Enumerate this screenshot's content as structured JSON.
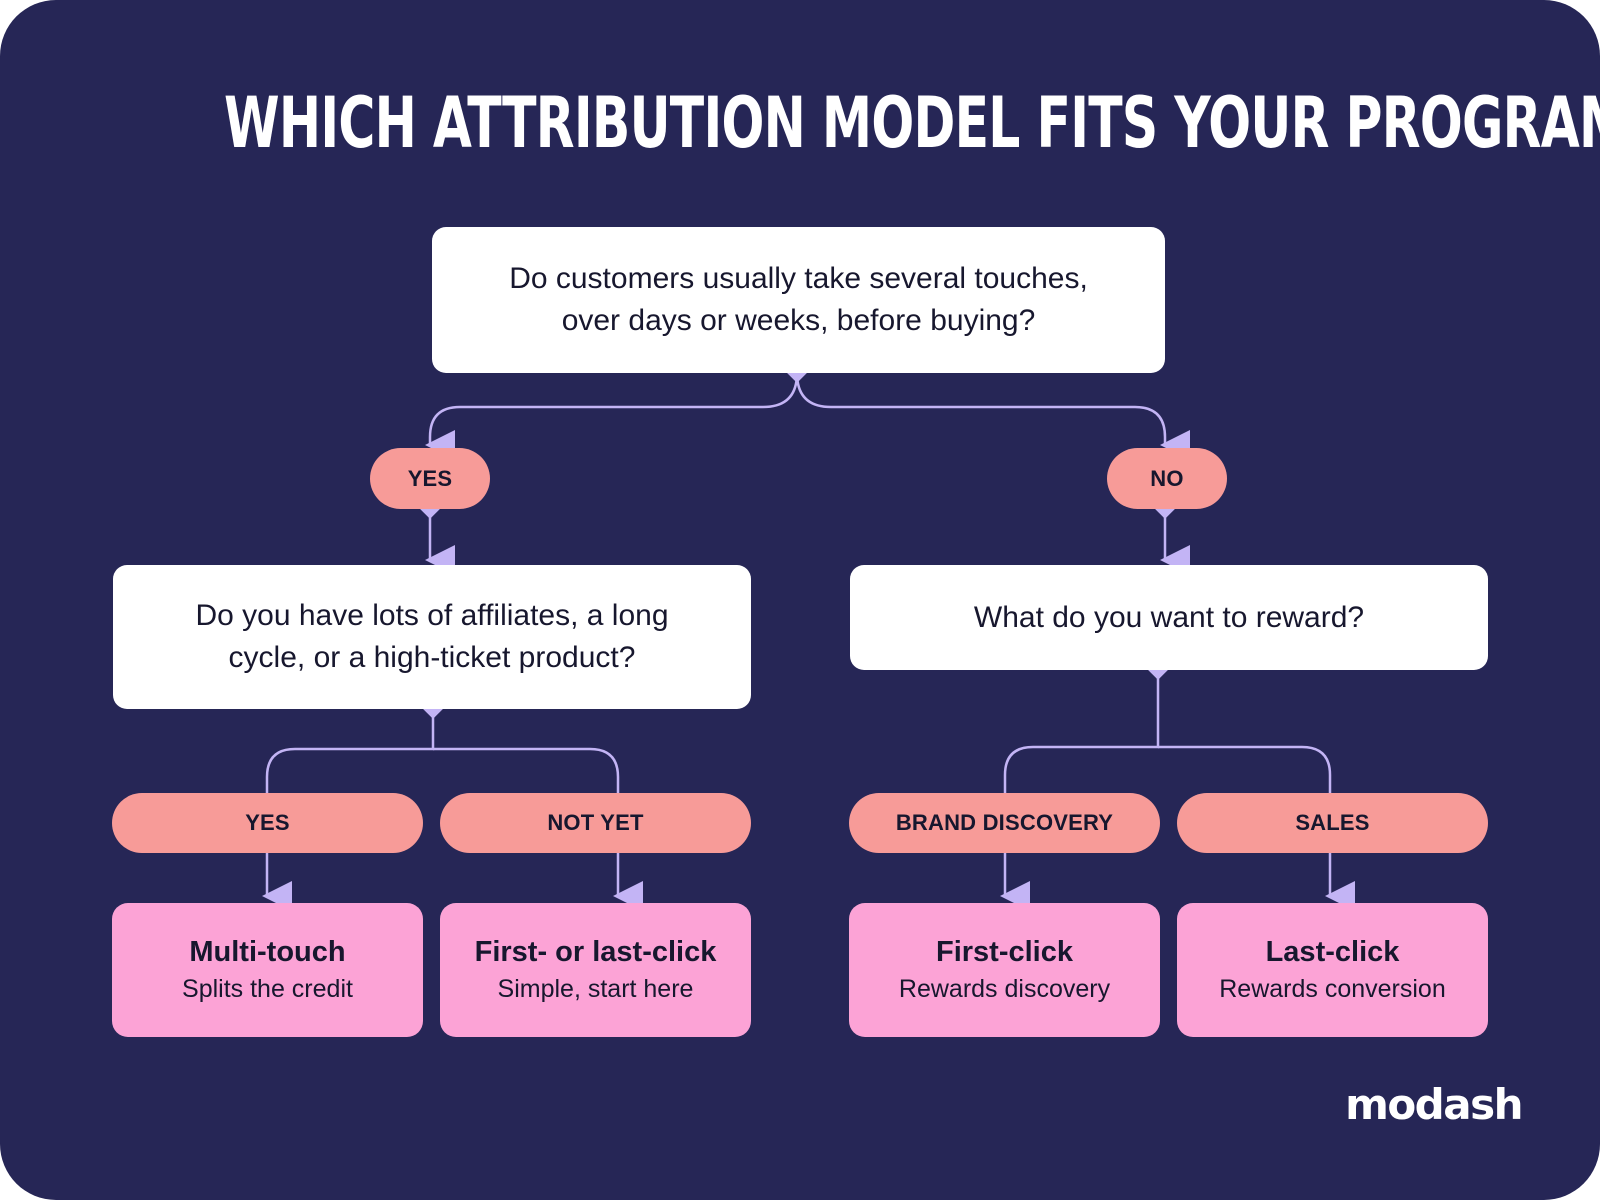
{
  "title": "WHICH ATTRIBUTION MODEL FITS YOUR PROGRAM?",
  "root_question": {
    "line1": "Do customers usually take several touches,",
    "line2": "over days or weeks, before buying?"
  },
  "branches": {
    "yes": {
      "label": "YES",
      "question": {
        "line1": "Do you have lots of affiliates, a long",
        "line2": "cycle, or a high-ticket product?"
      },
      "options": [
        {
          "label": "YES",
          "result_title": "Multi-touch",
          "result_sub": "Splits the credit"
        },
        {
          "label": "NOT YET",
          "result_title": "First- or last-click",
          "result_sub": "Simple, start here"
        }
      ]
    },
    "no": {
      "label": "NO",
      "question": {
        "line1": "What do you want to reward?"
      },
      "options": [
        {
          "label": "BRAND DISCOVERY",
          "result_title": "First-click",
          "result_sub": "Rewards discovery"
        },
        {
          "label": "SALES",
          "result_title": "Last-click",
          "result_sub": "Rewards conversion"
        }
      ]
    }
  },
  "logo": "modash",
  "colors": {
    "background": "#262656",
    "question_box": "#ffffff",
    "answer_pill": "#f79b98",
    "result_box": "#fca3d6",
    "connector": "#c3b4f5"
  }
}
